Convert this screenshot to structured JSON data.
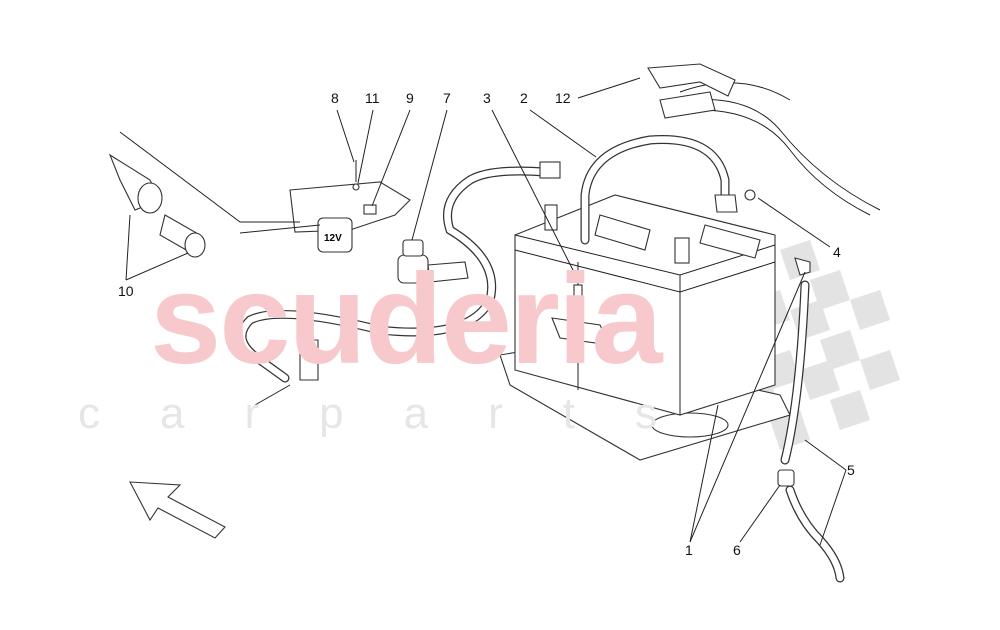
{
  "watermark": {
    "line1": "scuderia",
    "line2": "carparts",
    "color": "#f2a7ab"
  },
  "callouts": [
    "1",
    "2",
    "3",
    "4",
    "5",
    "6",
    "7",
    "8",
    "9",
    "10",
    "11",
    "12"
  ],
  "labels": {
    "relay_box": "12V"
  },
  "icons": {
    "direction": "arrow-icon"
  }
}
